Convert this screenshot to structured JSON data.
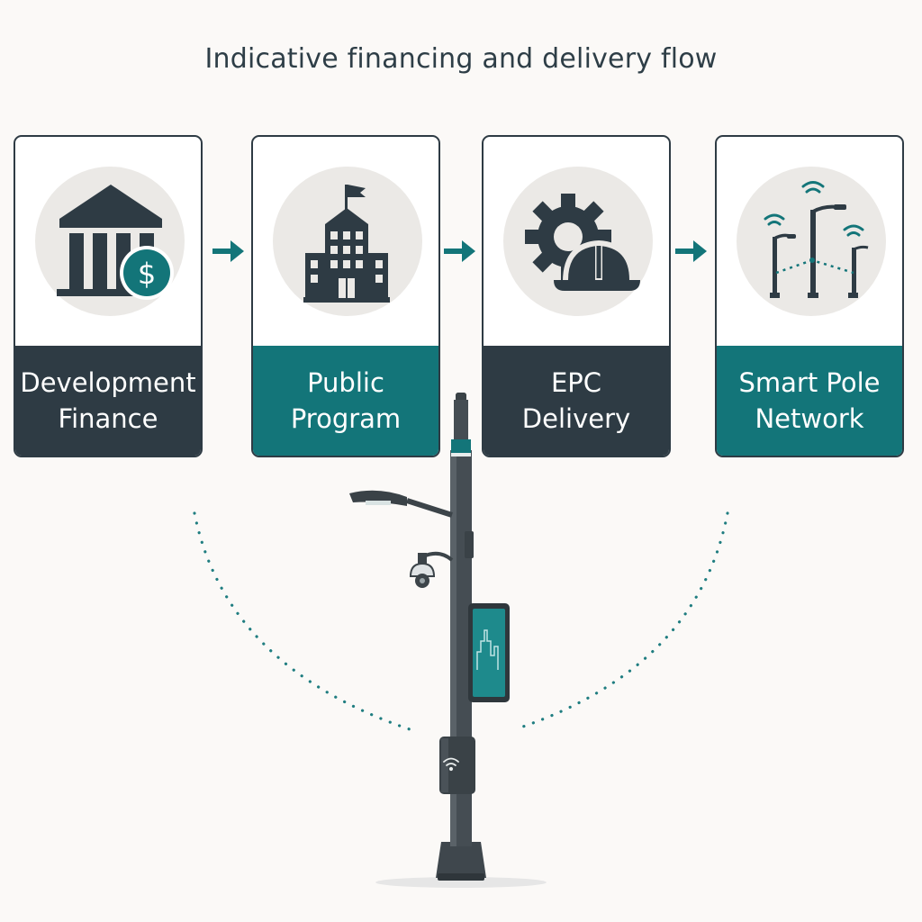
{
  "title": "Indicative financing and delivery flow",
  "colors": {
    "dark": "#2e3b44",
    "teal": "#137579",
    "circle": "#ebe9e6",
    "background": "#fbf9f7"
  },
  "steps": [
    {
      "line1": "Development",
      "line2": "Finance",
      "icon": "bank-dollar-icon",
      "band": "dark"
    },
    {
      "line1": "Public",
      "line2": "Program",
      "icon": "government-building-icon",
      "band": "teal"
    },
    {
      "line1": "EPC",
      "line2": "Delivery",
      "icon": "gear-hardhat-icon",
      "band": "dark"
    },
    {
      "line1": "Smart Pole",
      "line2": "Network",
      "icon": "smart-poles-icon",
      "band": "teal"
    }
  ],
  "illustration": "smart-pole-icon"
}
